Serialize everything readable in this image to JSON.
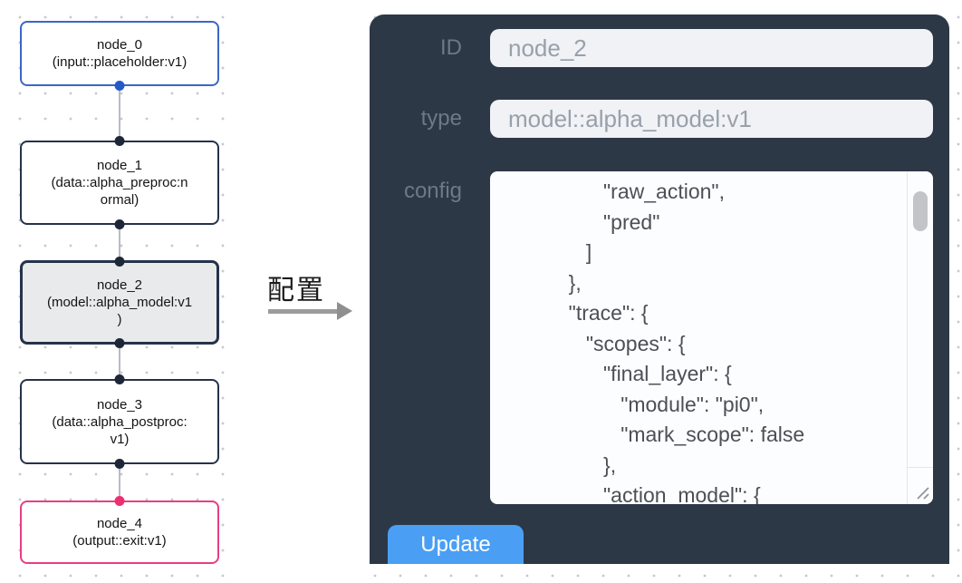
{
  "flow": {
    "nodes": [
      {
        "id": "node_0",
        "text": "node_0\n(input::placeholder:v1)",
        "accent": "#3a67c8",
        "role": "input"
      },
      {
        "id": "node_1",
        "text": "node_1\n(data::alpha_preproc:n\normal)",
        "accent": "#27324a",
        "role": "data"
      },
      {
        "id": "node_2",
        "text": "node_2\n(model::alpha_model:v1\n)",
        "accent": "#27324a",
        "role": "model",
        "selected": true
      },
      {
        "id": "node_3",
        "text": "node_3\n(data::alpha_postproc:\nv1)",
        "accent": "#27324a",
        "role": "data"
      },
      {
        "id": "node_4",
        "text": "node_4\n(output::exit:v1)",
        "accent": "#e73e84",
        "role": "output"
      }
    ]
  },
  "annotation": {
    "label": "配置"
  },
  "panel": {
    "background": "#2d3847",
    "accent": "#4a9ff4",
    "fields": {
      "id": {
        "label": "ID",
        "value": "node_2"
      },
      "type": {
        "label": "type",
        "value": "model::alpha_model:v1"
      },
      "config": {
        "label": "config",
        "value": "                  \"raw_action\",\n                  \"pred\"\n               ]\n            },\n            \"trace\": {\n               \"scopes\": {\n                  \"final_layer\": {\n                     \"module\": \"pi0\",\n                     \"mark_scope\": false\n                  },\n                  \"action_model\": {"
      }
    },
    "update_label": "Update"
  }
}
